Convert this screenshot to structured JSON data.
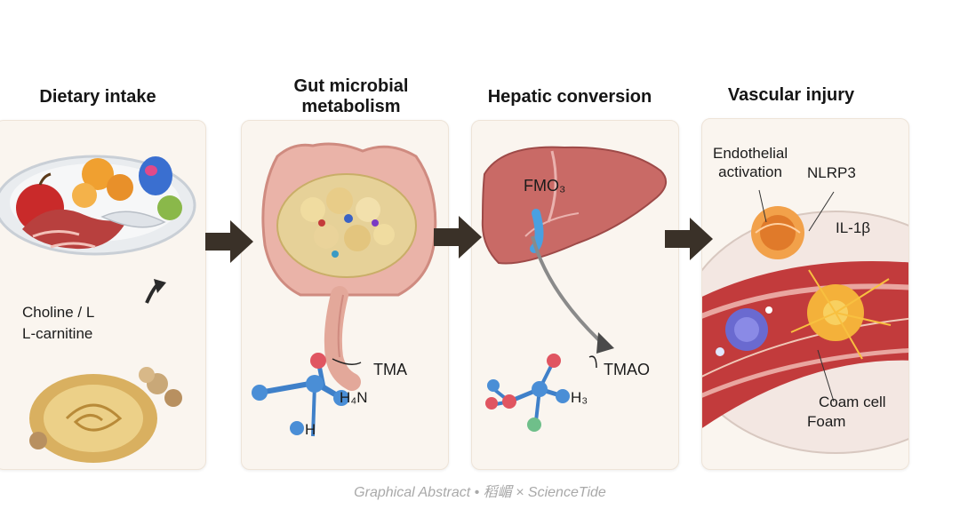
{
  "stages": [
    {
      "title": "Dietary intake"
    },
    {
      "title": "Gut microbial\nmetabolism"
    },
    {
      "title": "Hepatic conversion"
    },
    {
      "title": "Vascular injury"
    }
  ],
  "labels": {
    "choline": "Choline / L",
    "carnitine": "L-carnitine",
    "tma": "TMA",
    "h4n": "H₄N",
    "h": "H",
    "fmo3": "FMO₃",
    "tmao": "TMAO",
    "tmao_h": "H₃",
    "endothelial": "Endothelial\nactivation",
    "nlrp3": "NLRP3",
    "il1b": "IL-1β",
    "foam_cell": "Coam cell",
    "foam": "Foam"
  },
  "footer": "Graphical Abstract • 稻嵋 × ScienceTide",
  "colors": {
    "panel_bg": "#faf5ef",
    "arrow": "#3a3128",
    "liver": "#c96a66",
    "vessel": "#b8383a",
    "atom_blue": "#4a8ed6",
    "atom_red": "#e05561",
    "atom_green": "#6fbf8a"
  }
}
